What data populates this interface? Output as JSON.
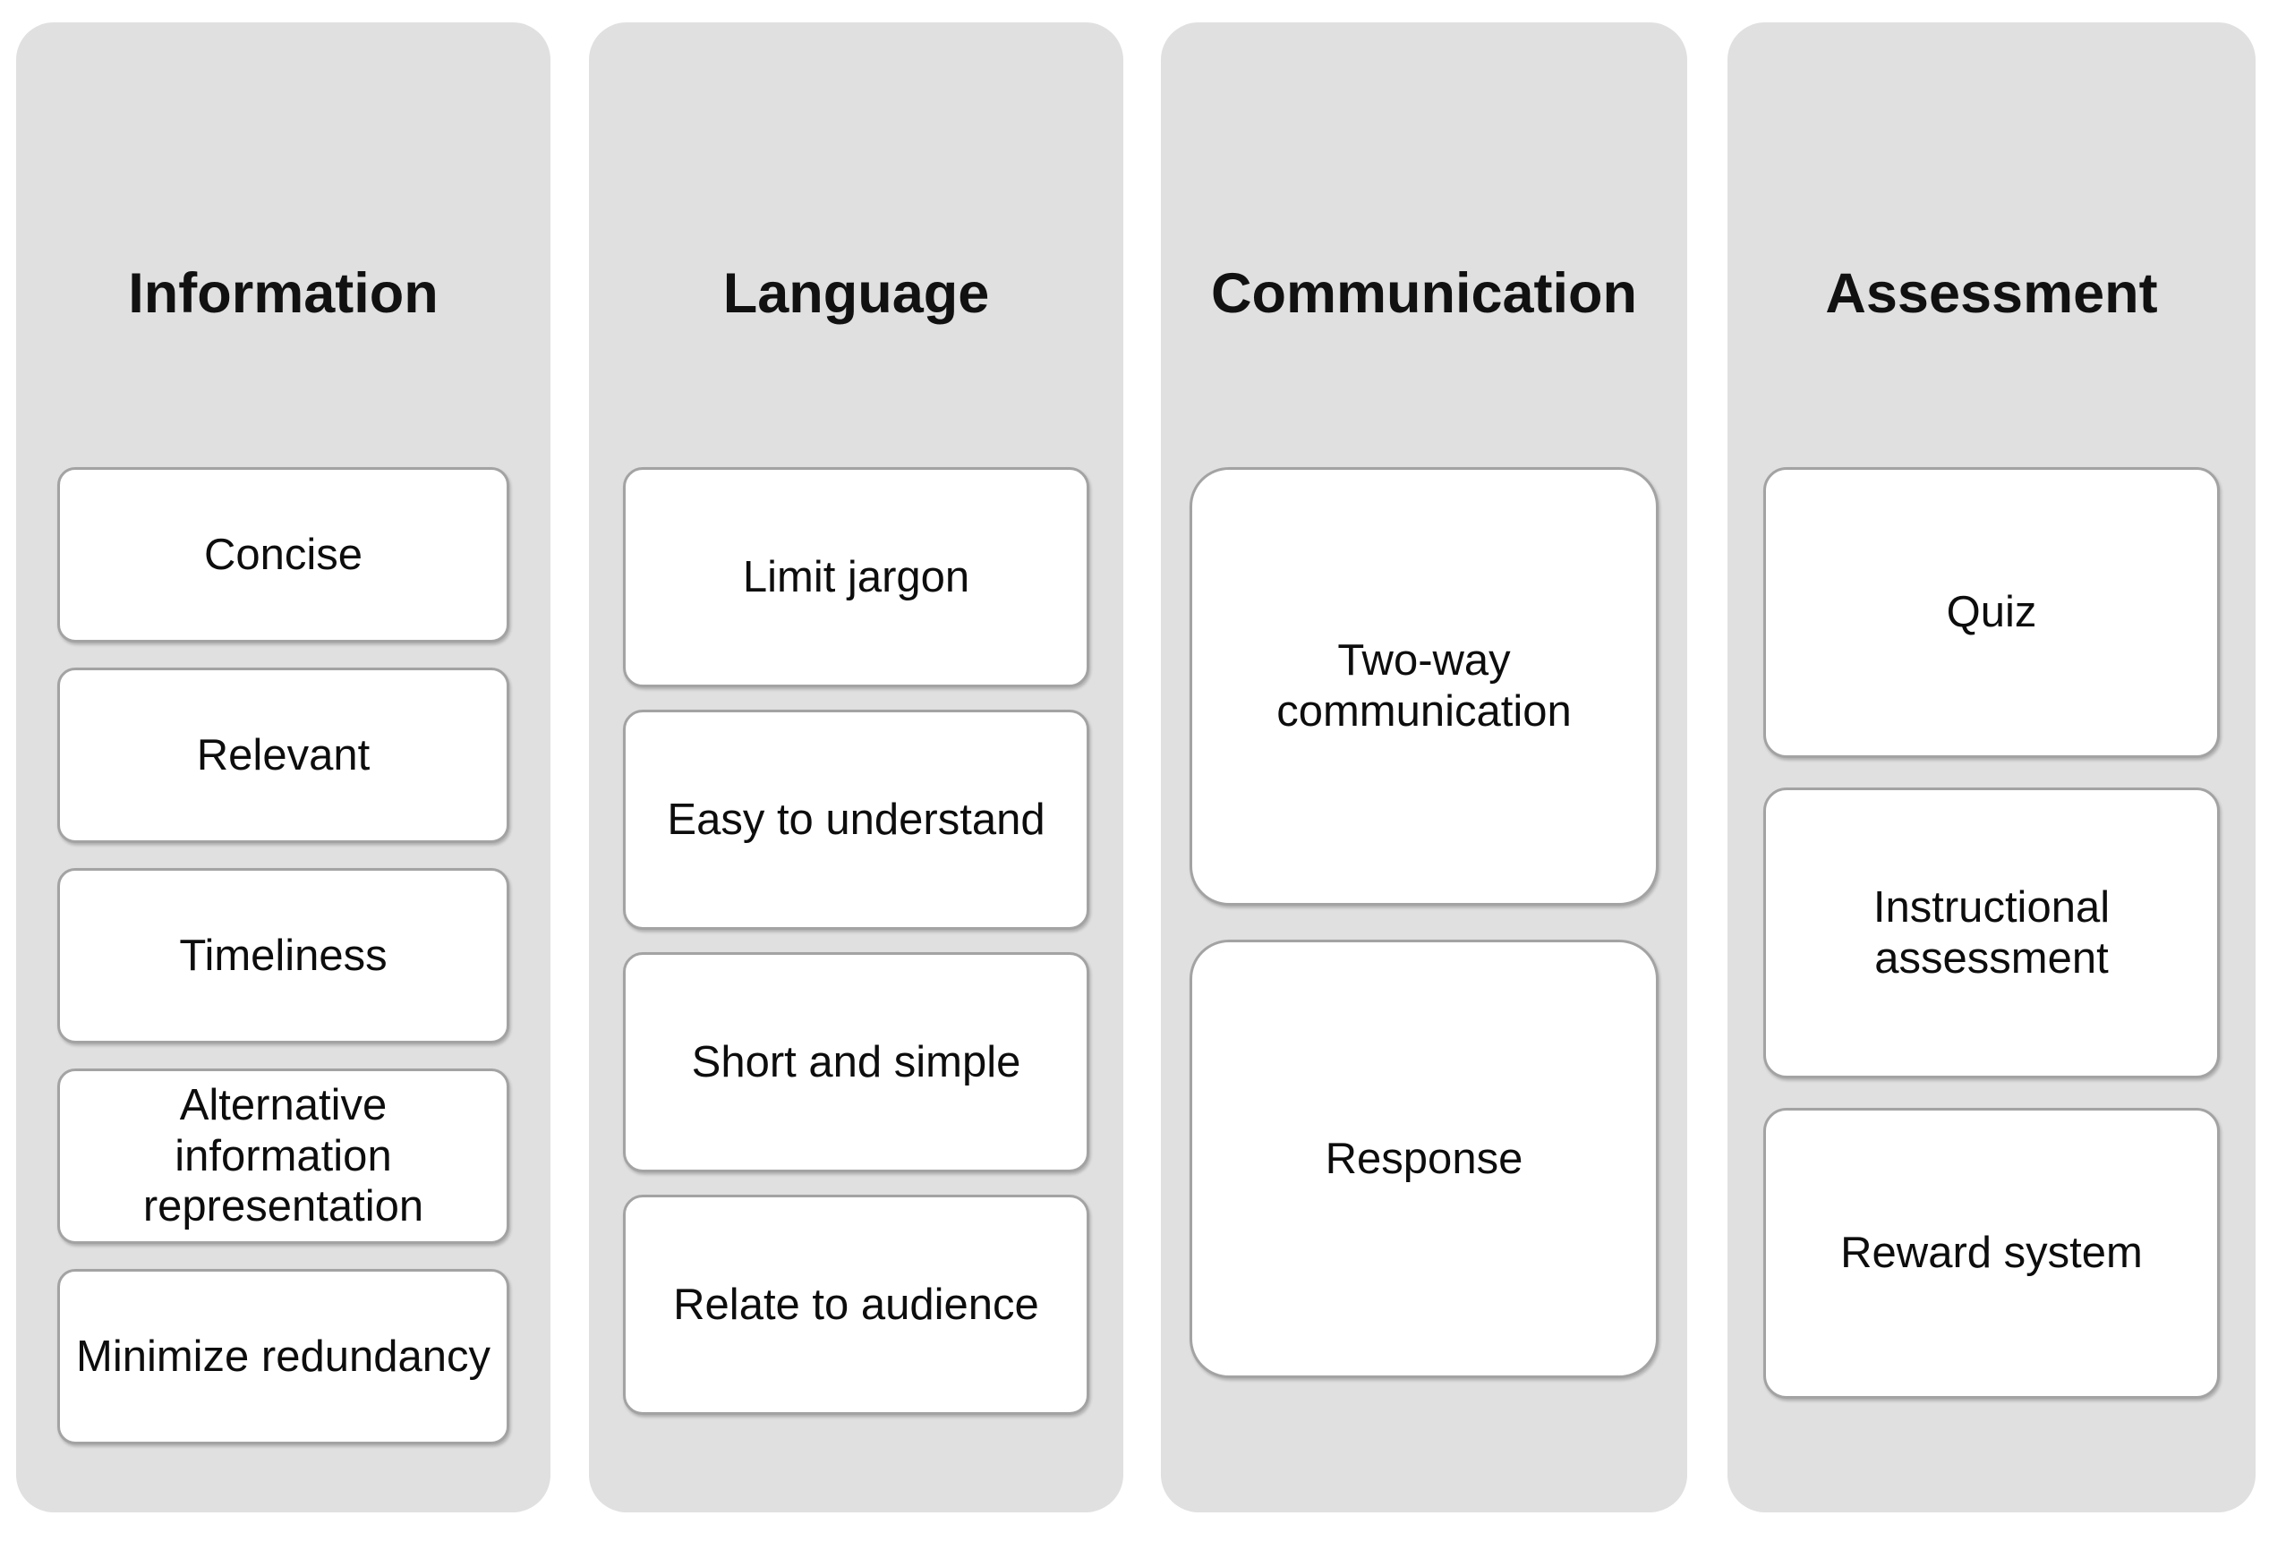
{
  "diagram": {
    "type": "four-column-grouped-boxes",
    "background_color": "#FFFFFF",
    "panel_color": "#E0E0E0",
    "box_fill_color": "#FFFFFF",
    "box_border_color": "#A3A3A3",
    "text_color": "#0D0D0D",
    "columns": [
      {
        "title": "Information",
        "items": [
          {
            "label": "Concise"
          },
          {
            "label": "Relevant"
          },
          {
            "label": "Timeliness"
          },
          {
            "label": "Alternative information representation"
          },
          {
            "label": "Minimize redundancy"
          }
        ]
      },
      {
        "title": "Language",
        "items": [
          {
            "label": "Limit jargon"
          },
          {
            "label": "Easy to understand"
          },
          {
            "label": "Short and simple"
          },
          {
            "label": "Relate to audience"
          }
        ]
      },
      {
        "title": "Communication",
        "items": [
          {
            "label": "Two-way communication"
          },
          {
            "label": "Response"
          }
        ]
      },
      {
        "title": "Assessment",
        "items": [
          {
            "label": "Quiz"
          },
          {
            "label": "Instructional assessment"
          },
          {
            "label": "Reward system"
          }
        ]
      }
    ]
  }
}
